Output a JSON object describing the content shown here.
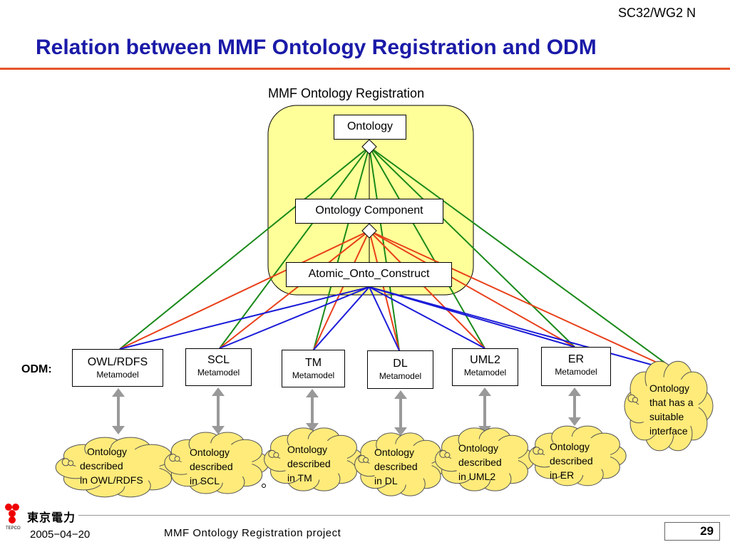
{
  "doc_id": "SC32/WG2 N",
  "title": "Relation between MMF Ontology Registration and ODM",
  "registration": {
    "label": "MMF Ontology Registration",
    "ontology": "Ontology",
    "component": "Ontology Component",
    "atomic": "Atomic_Onto_Construct"
  },
  "odm_label": "ODM:",
  "metamodels": [
    {
      "name": "OWL/RDFS",
      "sub": "Metamodel"
    },
    {
      "name": "SCL",
      "sub": "Metamodel"
    },
    {
      "name": "TM",
      "sub": "Metamodel"
    },
    {
      "name": "DL",
      "sub": "Metamodel"
    },
    {
      "name": "UML2",
      "sub": "Metamodel"
    },
    {
      "name": "ER",
      "sub": "Metamodel"
    }
  ],
  "clouds": [
    {
      "line1": "Ontology",
      "line2": "described",
      "line3": "in OWL/RDFS"
    },
    {
      "line1": "Ontology",
      "line2": "described",
      "line3": "in SCL"
    },
    {
      "line1": "Ontology",
      "line2": "described",
      "line3": "in TM"
    },
    {
      "line1": "Ontology",
      "line2": "described",
      "line3": "in DL"
    },
    {
      "line1": "Ontology",
      "line2": "described",
      "line3": "in UML2"
    },
    {
      "line1": "Ontology",
      "line2": "described",
      "line3": "in ER"
    },
    {
      "line1": "Ontology",
      "line2": "that has a",
      "line3": "suitable",
      "line4": "interface"
    }
  ],
  "colors": {
    "title": "#1a1aa8",
    "rule": "#e5552a",
    "registration_fill": "#ffff99",
    "cloud_fill": "#ffeb7a",
    "green_line": "#1a8a1a",
    "red_line": "#e8401a",
    "blue_line": "#1a1ad8",
    "arrow": "#999999"
  },
  "footer": {
    "company": "東京電力",
    "company_small": "TEPCO",
    "date": "2005−04−20",
    "project": "MMF Ontology Registration project",
    "page": "29"
  }
}
